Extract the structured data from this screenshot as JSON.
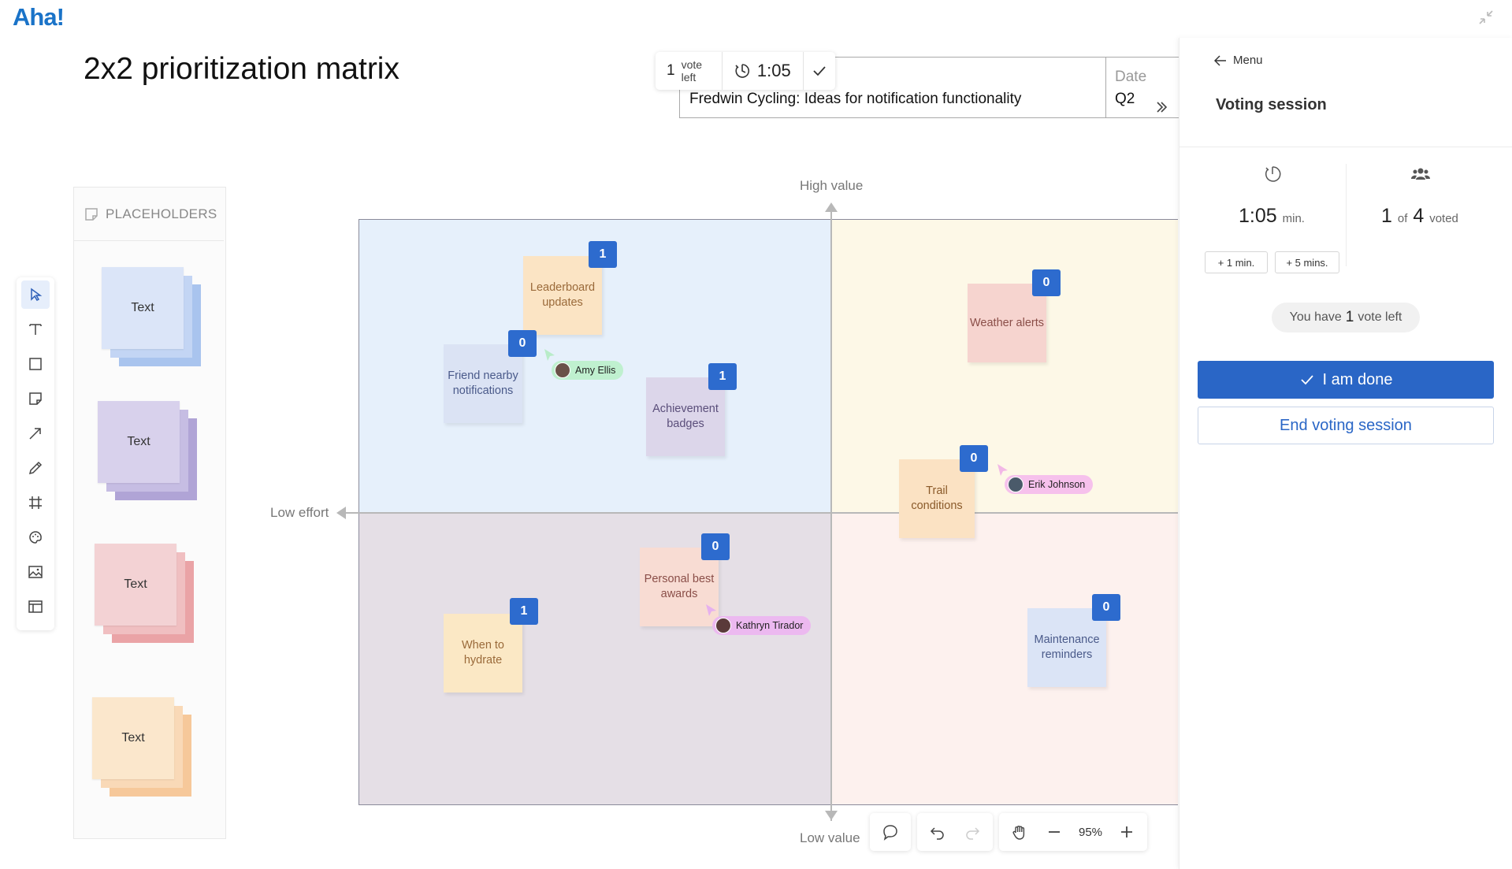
{
  "app": {
    "logo": "Aha!",
    "page_title": "2x2 prioritization matrix"
  },
  "vote_bar": {
    "votes_count": "1",
    "votes_label": "vote left",
    "timer": "1:05"
  },
  "board_header": {
    "name": "Fredwin Cycling: Ideas for notification functionality",
    "date_label": "Date",
    "date_value": "Q2"
  },
  "placeholders": {
    "title": "PLACEHOLDERS",
    "items": [
      {
        "label": "Text",
        "colors": [
          "#a9c4ee",
          "#c3d5f4",
          "#dbe5f8"
        ]
      },
      {
        "label": "Text",
        "colors": [
          "#b0a4d6",
          "#c6bde3",
          "#d8d1ec"
        ]
      },
      {
        "label": "Text",
        "colors": [
          "#eaa3a6",
          "#f0bfc1",
          "#f3d2d4"
        ]
      },
      {
        "label": "Text",
        "colors": [
          "#f6c89a",
          "#f9d9b7",
          "#fbe7cc"
        ]
      }
    ]
  },
  "toolbar": {
    "tools": [
      "pointer-icon",
      "text-icon",
      "shape-icon",
      "sticky-note-icon",
      "arrow-icon",
      "pen-icon",
      "frame-icon",
      "palette-icon",
      "image-icon",
      "template-icon"
    ]
  },
  "axes": {
    "high": "High value",
    "low": "Low value",
    "left": "Low effort"
  },
  "quadrant_colors": {
    "top_left": "#e6f0fb",
    "top_right": "#fdf8e7",
    "bottom_left": "#e5dfe6",
    "bottom_right": "#fdf1ee"
  },
  "notes": [
    {
      "text": "Leaderboard updates",
      "votes": "1",
      "color": "#fbe4c4"
    },
    {
      "text": "Friend nearby notifications",
      "votes": "0",
      "color": "#dbe3f4"
    },
    {
      "text": "Achievement badges",
      "votes": "1",
      "color": "#dcd6ea"
    },
    {
      "text": "Weather alerts",
      "votes": "0",
      "color": "#f6d4cf"
    },
    {
      "text": "Trail conditions",
      "votes": "0",
      "color": "#fbe2c3"
    },
    {
      "text": "Personal best awards",
      "votes": "0",
      "color": "#f8dcd3"
    },
    {
      "text": "When to hydrate",
      "votes": "1",
      "color": "#fbe8c5"
    },
    {
      "text": "Maintenance reminders",
      "votes": "0",
      "color": "#dbe4f6"
    }
  ],
  "users": [
    {
      "name": "Amy Ellis",
      "color": "#bff0cf"
    },
    {
      "name": "Erik Johnson",
      "color": "#f6c1ec"
    },
    {
      "name": "Kathryn Tirador",
      "color": "#ecb9f0"
    }
  ],
  "bottom_toolbar": {
    "zoom": "95%"
  },
  "panel": {
    "menu": "Menu",
    "title": "Voting session",
    "time_value": "1:05",
    "time_unit": "min.",
    "voted_count": "1",
    "voted_of": "of",
    "voted_total": "4",
    "voted_label": "voted",
    "add_1": "+ 1 min.",
    "add_5": "+ 5 mins.",
    "votes_prefix": "You have",
    "votes_count": "1",
    "votes_suffix": "vote left",
    "done_label": "I am done",
    "end_label": "End voting session"
  }
}
